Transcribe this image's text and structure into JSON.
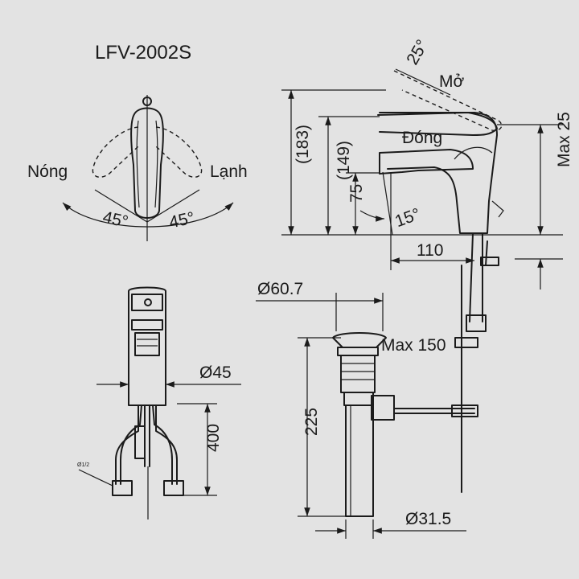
{
  "title": "LFV-2002S",
  "handle_view": {
    "hot_label": "Nóng",
    "cold_label": "Lạnh",
    "left_angle": "45°",
    "right_angle": "45°"
  },
  "side_view": {
    "open_angle": "25°",
    "open_label": "Mở",
    "closed_label": "Đóng",
    "total_height": "(183)",
    "body_height": "(149)",
    "spout_height": "75",
    "spout_angle": "15°",
    "reach": "110",
    "max_deck": "Max 25"
  },
  "drain": {
    "diameter_top": "Ø60.7",
    "max_label": "Max 150",
    "length": "225",
    "diameter_bottom": "Ø31.5"
  },
  "front_view": {
    "base_diameter": "Ø45",
    "hose_length": "400",
    "hose_label": "Ø1/2"
  }
}
